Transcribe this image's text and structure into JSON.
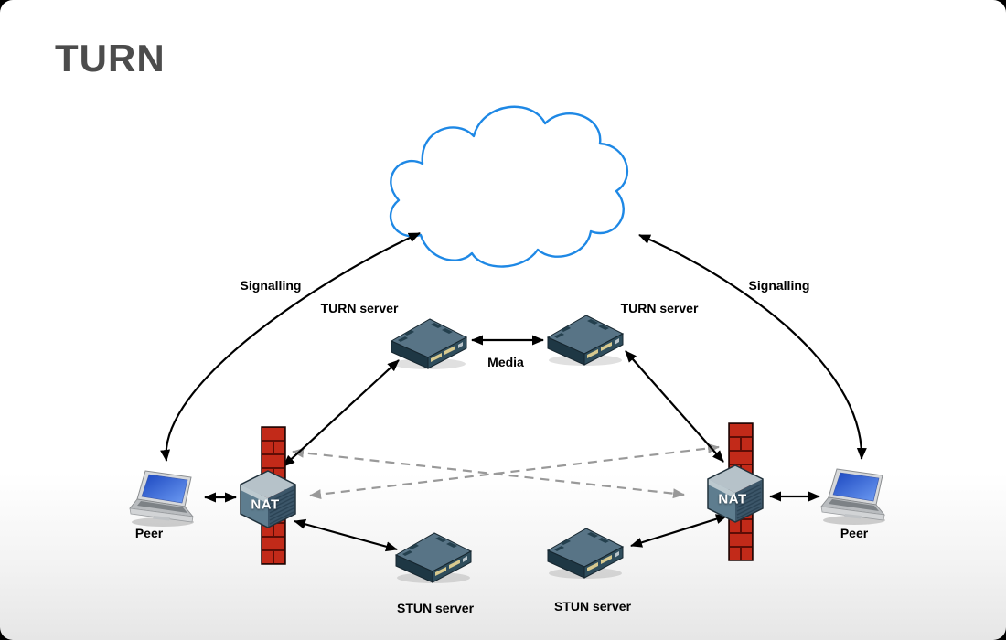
{
  "title": "TURN",
  "labels": {
    "signalling_left": "Signalling",
    "signalling_right": "Signalling",
    "turn_server_left": "TURN server",
    "turn_server_right": "TURN server",
    "media": "Media",
    "nat_left": "NAT",
    "nat_right": "NAT",
    "peer_left": "Peer",
    "peer_right": "Peer",
    "stun_server_left": "STUN server",
    "stun_server_right": "STUN server"
  },
  "colors": {
    "cloud_stroke": "#1e88e5",
    "arrow_black": "#000000",
    "arrow_dashed_gray": "#999999",
    "firewall_brick": "#c22a19",
    "device_body": "#2f4d5c",
    "title_text": "#4c4c4c",
    "laptop_screen": "#1b47c0"
  },
  "connections": [
    {
      "from": "peer-left",
      "to": "internet-cloud",
      "label": "Signalling",
      "style": "curved-solid-bidirectional"
    },
    {
      "from": "peer-right",
      "to": "internet-cloud",
      "label": "Signalling",
      "style": "curved-solid-bidirectional"
    },
    {
      "from": "peer-left",
      "to": "nat-left",
      "style": "solid-bidirectional"
    },
    {
      "from": "peer-right",
      "to": "nat-right",
      "style": "solid-bidirectional"
    },
    {
      "from": "nat-left",
      "to": "turn-server-left",
      "style": "solid-bidirectional"
    },
    {
      "from": "nat-left",
      "to": "stun-server-left",
      "style": "solid-bidirectional"
    },
    {
      "from": "nat-right",
      "to": "turn-server-right",
      "style": "solid-bidirectional"
    },
    {
      "from": "nat-right",
      "to": "stun-server-right",
      "style": "solid-bidirectional"
    },
    {
      "from": "turn-server-left",
      "to": "turn-server-right",
      "label": "Media",
      "style": "solid-bidirectional"
    },
    {
      "from": "nat-left",
      "to": "nat-right",
      "style": "dashed-gray-bidirectional"
    },
    {
      "from": "nat-left",
      "to": "nat-right",
      "style": "dashed-gray-bidirectional"
    }
  ]
}
